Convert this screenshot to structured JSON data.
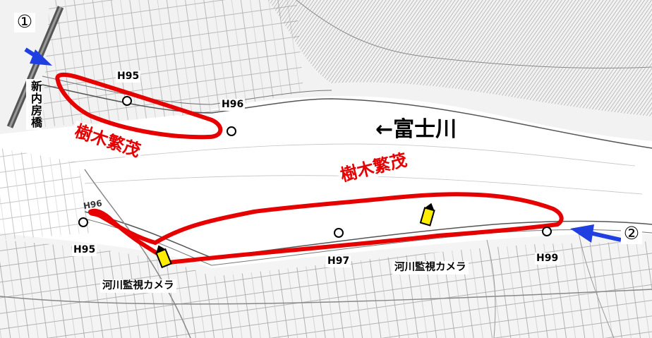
{
  "map": {
    "river_label": "←富士川",
    "vegetation_labels": [
      "樹木繁茂",
      "樹木繁茂"
    ],
    "bridge_label": "新内房橋",
    "markers_circle": [
      "H95",
      "H96",
      "H95",
      "H97",
      "H99"
    ],
    "marker_partial": "H96",
    "camera_labels": [
      "河川監視カメラ",
      "河川監視カメラ"
    ],
    "view_points": [
      "①",
      "②"
    ],
    "colors": {
      "vegetation_outline": "#e60000",
      "view_arrow": "#1f3fe0",
      "camera_icon": "#ffee00",
      "bridge": "#555555",
      "terrain_lines": "#b0b0b0",
      "hillside_shade": "#7a7a7a"
    }
  }
}
